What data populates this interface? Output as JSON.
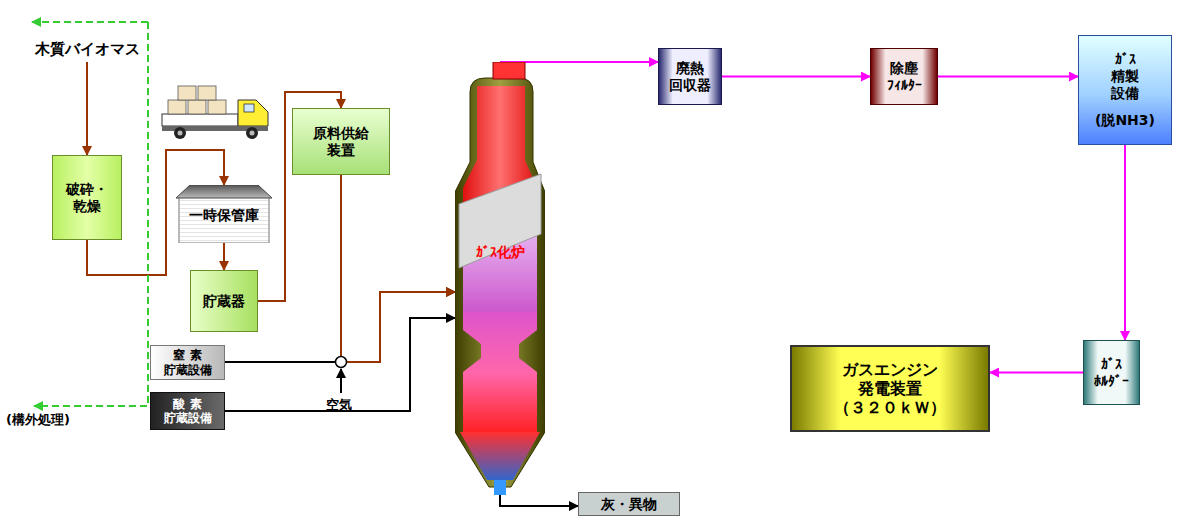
{
  "diagram": {
    "nodes": [
      {
        "text": [
          "木質バイオマス"
        ]
      },
      {
        "text": [
          "破砕・ 乾燥"
        ]
      },
      {
        "text": [
          "一時保管庫"
        ]
      },
      {
        "text": [
          "貯蔵器"
        ]
      },
      {
        "text": [
          "原料供給 装置"
        ]
      },
      {
        "text": [
          "窒 素 貯蔵設備"
        ]
      },
      {
        "text": [
          "酸 素 貯蔵設備"
        ]
      },
      {
        "text": [
          "ｶﾞｽ化炉"
        ]
      },
      {
        "text": [
          "廃熱 回収器"
        ]
      },
      {
        "text": [
          "除塵 ﾌｨﾙﾀｰ"
        ]
      },
      {
        "text": [
          "ｶﾞｽ 精製 設備",
          "(脱NH3)"
        ]
      },
      {
        "text": [
          "ｶﾞｽ ﾎﾙﾀﾞｰ"
        ]
      },
      {
        "text": [
          "ガスエンジン 発電装置 （３２０ｋＷ）"
        ]
      },
      {
        "text": [
          "灰・異物"
        ]
      }
    ],
    "edges": [
      {
        "from": 0,
        "to": 1,
        "arrow": "to"
      },
      {
        "from": 1,
        "to": 2,
        "arrow": "to"
      },
      {
        "from": 2,
        "to": 3,
        "arrow": "to"
      },
      {
        "from": 3,
        "to": 4,
        "arrow": "to"
      },
      {
        "from": 5,
        "to": 7,
        "arrow": "to"
      },
      {
        "from": 4,
        "to": 7,
        "arrow": "to"
      },
      {
        "from": 6,
        "to": 7,
        "arrow": "to"
      },
      {
        "from": 7,
        "to": 8,
        "arrow": "to"
      },
      {
        "from": 8,
        "to": 9,
        "arrow": "to"
      },
      {
        "from": 9,
        "to": 10,
        "arrow": "to"
      },
      {
        "from": 10,
        "to": 11,
        "arrow": "to"
      },
      {
        "from": 11,
        "to": 12,
        "arrow": "to"
      },
      {
        "from": 7,
        "to": 13,
        "arrow": "to"
      }
    ],
    "labels": [
      "(構外処理)",
      "空気"
    ]
  }
}
